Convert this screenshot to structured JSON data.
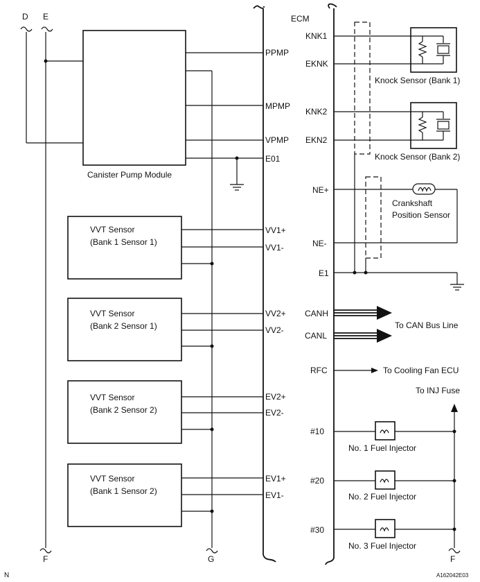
{
  "ecm": {
    "title": "ECM"
  },
  "bus_labels": {
    "d": "D",
    "e": "E",
    "f_left": "F",
    "g": "G",
    "f_right": "F"
  },
  "canister": {
    "title": "Canister Pump Module"
  },
  "canister_pins": {
    "ppmp": "PPMP",
    "mpmp": "MPMP",
    "vpmp": "VPMP",
    "e01": "E01"
  },
  "vvt1": {
    "line1": "VVT Sensor",
    "line2": "(Bank 1 Sensor 1)",
    "pin_plus": "VV1+",
    "pin_minus": "VV1-"
  },
  "vvt2": {
    "line1": "VVT Sensor",
    "line2": "(Bank 2 Sensor 1)",
    "pin_plus": "VV2+",
    "pin_minus": "VV2-"
  },
  "vvt3": {
    "line1": "VVT Sensor",
    "line2": "(Bank 2 Sensor 2)",
    "pin_plus": "EV2+",
    "pin_minus": "EV2-"
  },
  "vvt4": {
    "line1": "VVT Sensor",
    "line2": "(Bank 1 Sensor 2)",
    "pin_plus": "EV1+",
    "pin_minus": "EV1-"
  },
  "knock1": {
    "title": "Knock Sensor (Bank 1)",
    "pin_a": "KNK1",
    "pin_b": "EKNK"
  },
  "knock2": {
    "title": "Knock Sensor (Bank 2)",
    "pin_a": "KNK2",
    "pin_b": "EKN2"
  },
  "crank": {
    "line1": "Crankshaft",
    "line2": "Position Sensor",
    "pin_plus": "NE+",
    "pin_minus": "NE-"
  },
  "e1": {
    "pin": "E1"
  },
  "can": {
    "pin_h": "CANH",
    "pin_l": "CANL",
    "label": "To CAN Bus Line"
  },
  "rfc": {
    "pin": "RFC",
    "label": "To Cooling Fan ECU"
  },
  "inj_fuse": {
    "label": "To INJ Fuse"
  },
  "injectors": [
    {
      "pin": "#10",
      "label": "No. 1 Fuel Injector"
    },
    {
      "pin": "#20",
      "label": "No. 2 Fuel Injector"
    },
    {
      "pin": "#30",
      "label": "No. 3 Fuel Injector"
    }
  ],
  "footer": {
    "left": "N",
    "code": "A162042E03"
  }
}
